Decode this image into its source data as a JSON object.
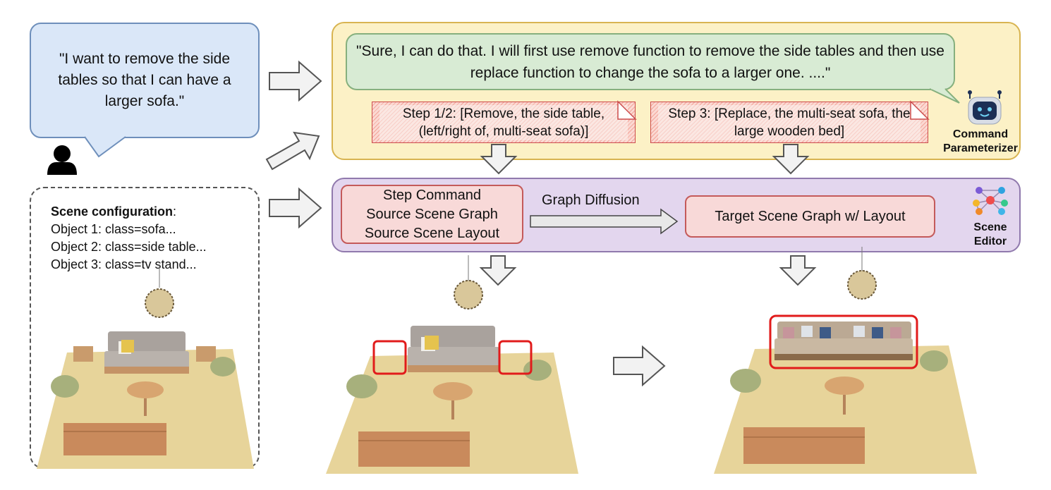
{
  "user": {
    "message": "\"I want to remove the side tables so that I can have a larger sofa.\"",
    "avatar_icon": "person-icon"
  },
  "scene_config": {
    "heading": "Scene configuration",
    "heading_suffix": ":",
    "objects": [
      "Object 1: class=sofa...",
      "Object 2: class=side table...",
      "Object 3: class=tv stand..."
    ]
  },
  "command_parameterizer": {
    "response": "\"Sure, I can do that. I will first use remove function to remove the side tables and then use replace function to change the sofa to a larger one. ....\"",
    "step_1_2": "Step 1/2: [Remove, the side table, (left/right of, multi-seat sofa)]",
    "step_3": "Step 3: [Replace, the multi-seat sofa,  the large wooden bed]",
    "label": "Command Parameterizer",
    "icon": "robot-icon",
    "colors": {
      "fill": "#fcf1c6",
      "border": "#d8b451"
    }
  },
  "scene_editor": {
    "source_lines": [
      "Step Command",
      "Source Scene Graph",
      "Source Scene Layout"
    ],
    "diffusion_label": "Graph Diffusion",
    "target": "Target Scene Graph w/ Layout",
    "label": "Scene Editor",
    "icon": "network-graph-icon",
    "colors": {
      "fill": "#e3d6ee",
      "border": "#9079ad"
    }
  },
  "scenes": {
    "original": "living-room-scene",
    "after_removal": "living-room-scene-side-tables-highlighted",
    "after_replacement": "living-room-scene-large-sofa-highlighted",
    "highlight_color": "#e11b1b"
  }
}
